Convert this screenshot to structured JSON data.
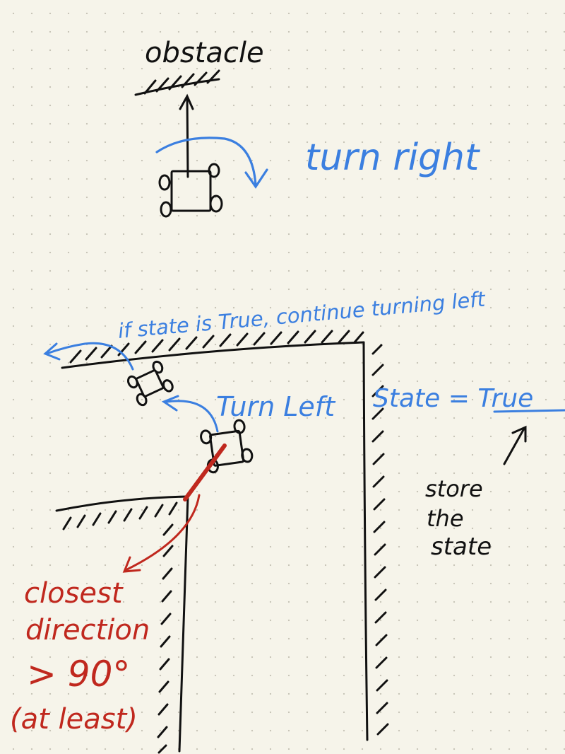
{
  "colors": {
    "black_ink": "#111111",
    "blue_ink": "#3b7fe0",
    "red_ink": "#c0281e",
    "paper": "#f6f4ea"
  },
  "labels": {
    "obstacle": "obstacle",
    "turn_right": "turn right",
    "if_state": "if state is True, continue turning left",
    "turn_left": "Turn Left",
    "state_eq": "State = True",
    "store_1": "store",
    "store_2": "the",
    "store_3": "state",
    "closest_1": "closest",
    "closest_2": "direction",
    "closest_3": "> 90°",
    "closest_4": "(at least)"
  }
}
